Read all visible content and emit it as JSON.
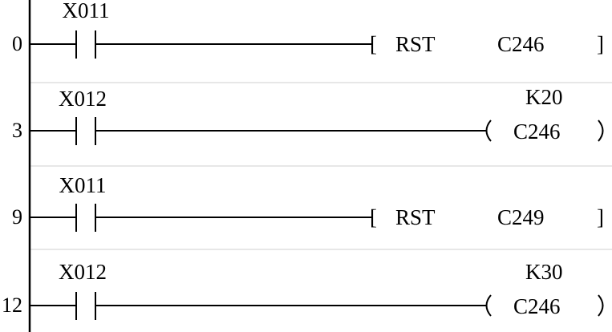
{
  "rungs": [
    {
      "step": "0",
      "contact": "X011",
      "instruction": {
        "kind": "bracket",
        "name": "RST",
        "operand": "C246"
      }
    },
    {
      "step": "3",
      "contact": "X012",
      "instruction": {
        "kind": "coil",
        "operand": "C246",
        "constant": "K20"
      }
    },
    {
      "step": "9",
      "contact": "X011",
      "instruction": {
        "kind": "bracket",
        "name": "RST",
        "operand": "C249"
      }
    },
    {
      "step": "12",
      "contact": "X012",
      "instruction": {
        "kind": "coil",
        "operand": "C246",
        "constant": "K30"
      }
    }
  ]
}
